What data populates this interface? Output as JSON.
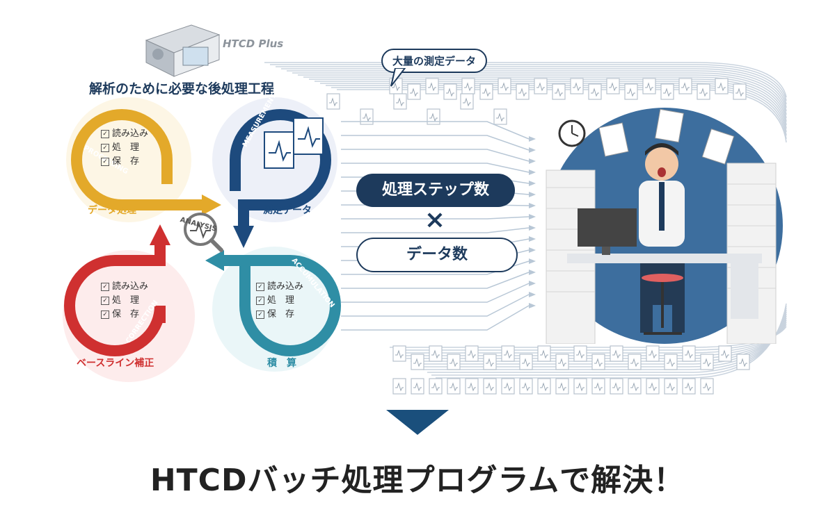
{
  "device": {
    "name": "HTCD Plus"
  },
  "workflow": {
    "title": "解析のために必要な後処理工程",
    "center_label": "ANALYSIS",
    "steps": [
      {
        "id": "processing",
        "en": "PROCESSING",
        "label": "データ処理",
        "color": "#e3a92a",
        "checklist": [
          "読み込み",
          "処　理",
          "保　存"
        ]
      },
      {
        "id": "measurement",
        "en": "MEASUREMENT",
        "label": "測定データ",
        "color": "#1d4a7d",
        "checklist": []
      },
      {
        "id": "correction",
        "en": "CORRECTION",
        "label": "ベースライン補正",
        "color": "#cf3030",
        "checklist": [
          "読み込み",
          "処　理",
          "保　存"
        ]
      },
      {
        "id": "accumulation",
        "en": "ACCUMULATION",
        "label": "積　算",
        "color": "#2f8ea5",
        "checklist": [
          "読み込み",
          "処　理",
          "保　存"
        ]
      }
    ]
  },
  "data_callout": "大量の測定データ",
  "formula": {
    "term1": "処理ステップ数",
    "operator": "×",
    "term2": "データ数"
  },
  "arrow_color": "#1a4f7c",
  "conclusion": "HTCDバッチ処理プログラムで解決！"
}
